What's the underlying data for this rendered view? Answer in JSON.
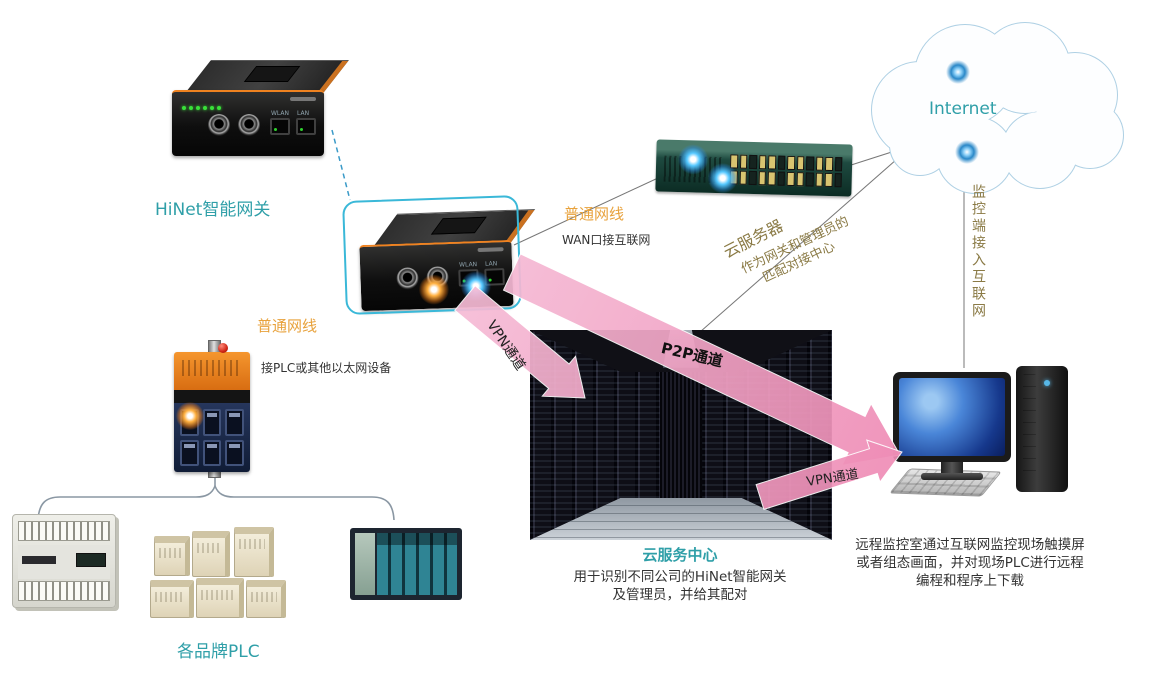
{
  "colors": {
    "teal_label": "#2f9fa8",
    "orange_label": "#e8a23c",
    "gold_label": "#8a7a45",
    "arrow_pink": "#ee8ab4",
    "highlight_cyan": "#3ab8d8"
  },
  "labels": {
    "gateway": "HiNet智能网关",
    "internet": "Internet",
    "plc_group": "各品牌PLC"
  },
  "edges": {
    "wan_cable": {
      "label": "普通网线",
      "note": "WAN口接互联网"
    },
    "lan_cable": {
      "label": "普通网线",
      "note": "接PLC或其他以太网设备"
    },
    "cloud_server": {
      "label": "云服务器",
      "note_line1": "作为网关和管理员的",
      "note_line2": "匹配对接中心"
    },
    "monitor_access": {
      "label": "监控端接入互联网"
    },
    "vpn_left": {
      "label": "VPN通道"
    },
    "p2p": {
      "label": "P2P通道"
    },
    "vpn_right": {
      "label": "VPN通道"
    }
  },
  "cloud_center": {
    "title": "云服务中心",
    "desc_line1": "用于识别不同公司的HiNet智能网关",
    "desc_line2": "及管理员，并给其配对"
  },
  "remote_room": {
    "desc_line1": "远程监控室通过互联网监控现场触摸屏",
    "desc_line2": "或者组态画面，并对现场PLC进行远程",
    "desc_line3": "编程和程序上下载"
  },
  "device_text": {
    "port_wlan": "WLAN",
    "port_lan": "LAN"
  }
}
